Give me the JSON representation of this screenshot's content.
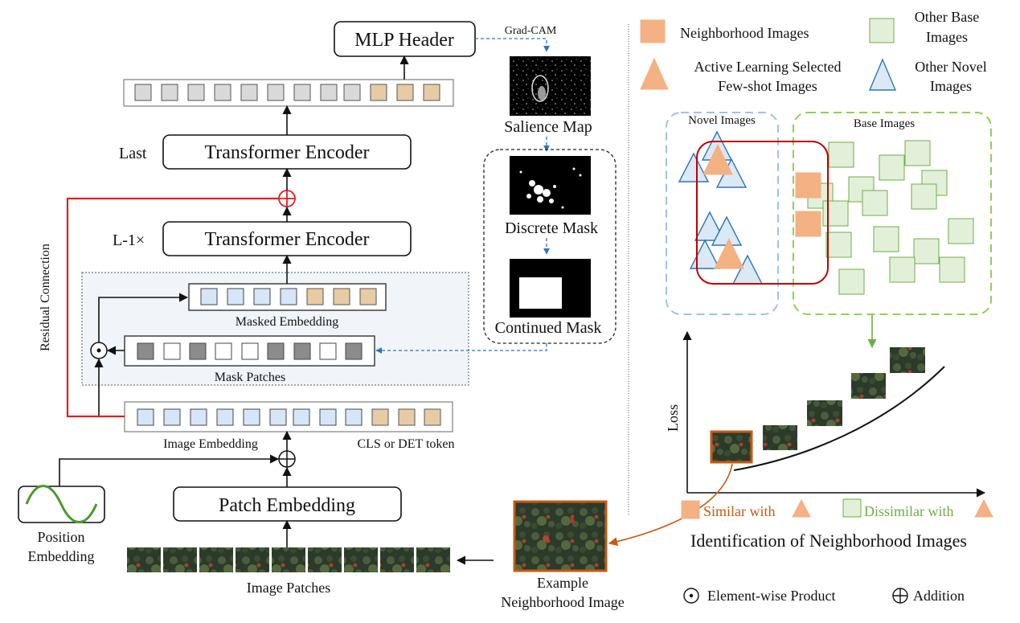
{
  "left": {
    "mlp_header": "MLP Header",
    "last_label": "Last",
    "transformer_encoder": "Transformer Encoder",
    "transformer_encoder_2": "Transformer Encoder",
    "l1_label": "L-1×",
    "masked_embedding": "Masked Embedding",
    "mask_patches": "Mask Patches",
    "image_embedding": "Image Embedding",
    "cls_det_token": "CLS or DET token",
    "residual_connection": "Residual Connection",
    "patch_embedding": "Patch Embedding",
    "position_embedding_1": "Position",
    "position_embedding_2": "Embedding",
    "image_patches": "Image Patches",
    "example_1": "Example",
    "example_2": "Neighborhood Image"
  },
  "middle": {
    "grad_cam": "Grad-CAM",
    "salience_map": "Salience Map",
    "discrete_mask": "Discrete Mask",
    "continued_mask": "Continued Mask"
  },
  "legend": {
    "neighborhood_images": "Neighborhood Images",
    "other_base_1": "Other Base",
    "other_base_2": "Images",
    "active_learning_1": "Active Learning Selected",
    "active_learning_2": "Few-shot Images",
    "other_novel_1": "Other Novel",
    "other_novel_2": "Images"
  },
  "right": {
    "novel_images": "Novel Images",
    "base_images": "Base Images",
    "loss_axis": "Loss",
    "similar_with": "Similar with",
    "dissimilar_with": "Dissimilar with",
    "identification_title": "Identification of Neighborhood Images",
    "element_wise_product": "Element-wise Product",
    "addition": "Addition"
  },
  "colors": {
    "residual_red": "#e02020",
    "dashed_blue": "#2e75b6",
    "orange_brown": "#c55a11",
    "green": "#70ad47",
    "neighborhood_orange": "#f4b183"
  }
}
